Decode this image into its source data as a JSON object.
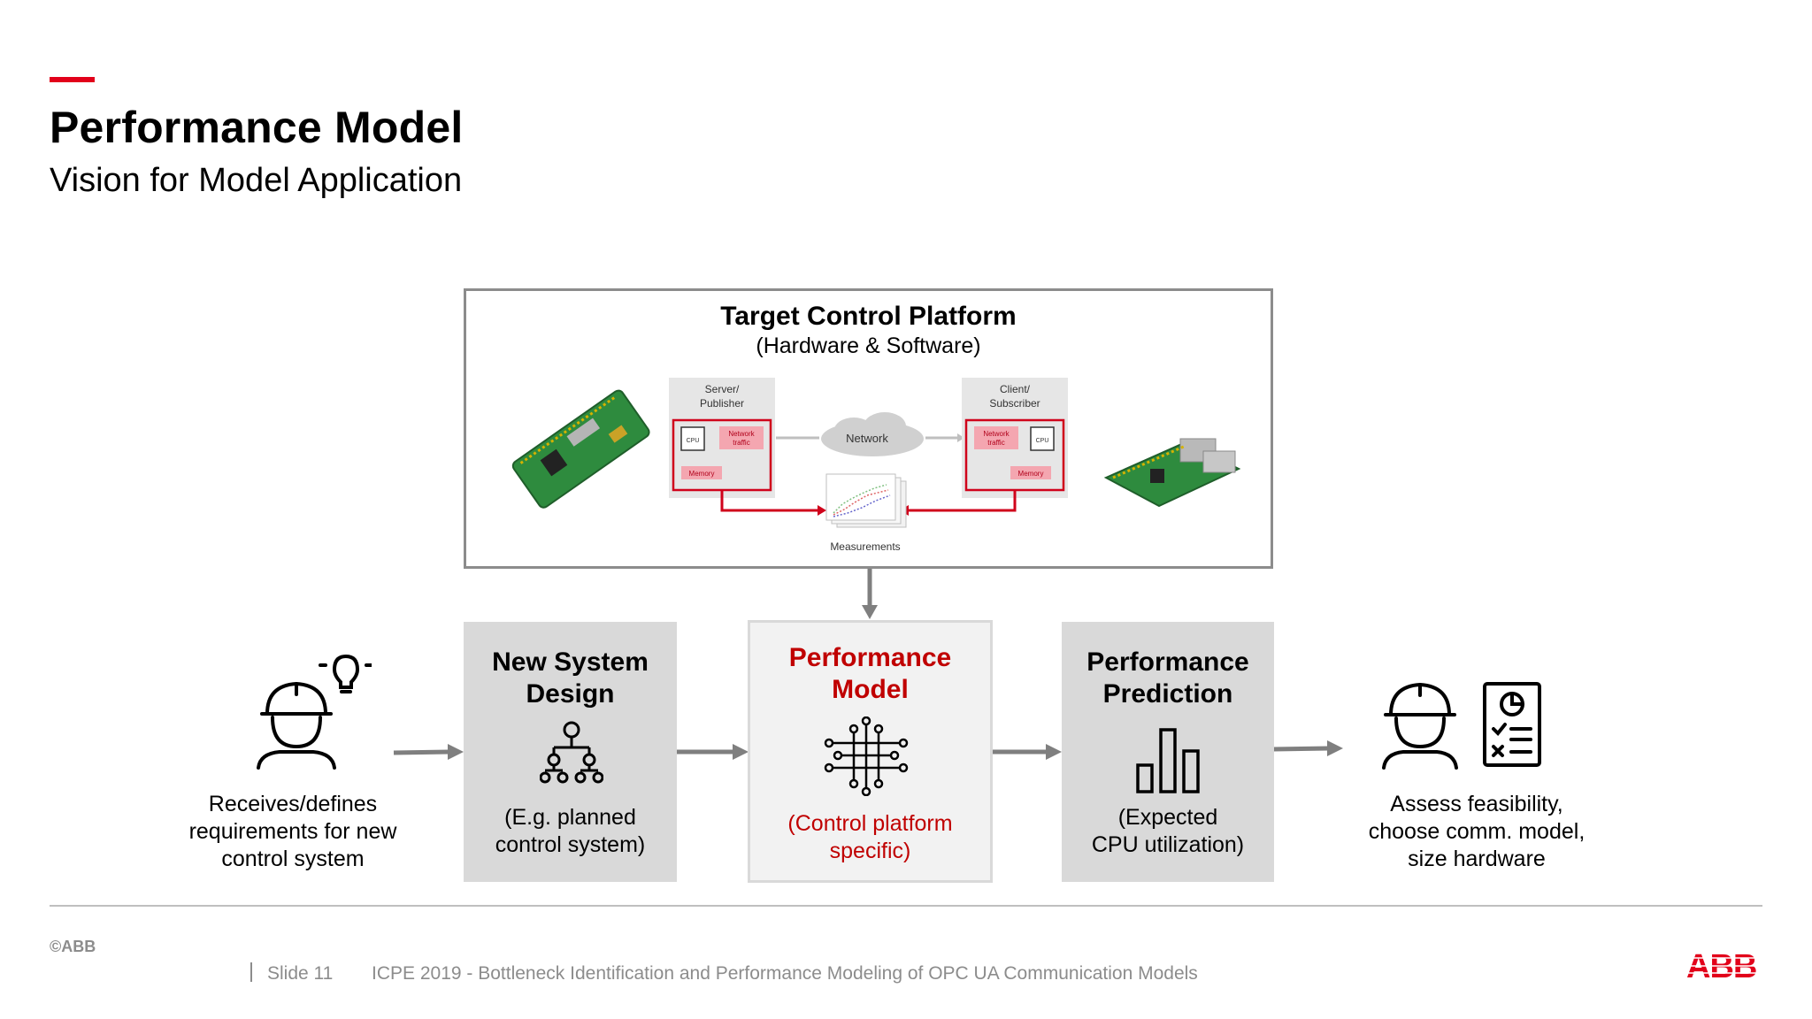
{
  "header": {
    "title": "Performance Model",
    "subtitle": "Vision for Model Application"
  },
  "platform": {
    "title": "Target Control Platform",
    "subtitle": "(Hardware & Software)",
    "server_label_1": "Server/",
    "server_label_2": "Publisher",
    "client_label_1": "Client/",
    "client_label_2": "Subscriber",
    "cpu": "CPU",
    "network_traffic_1": "Network",
    "network_traffic_2": "traffic",
    "memory": "Memory",
    "network": "Network",
    "measurements": "Measurements"
  },
  "left_actor": {
    "text": [
      "Receives/defines",
      "requirements for new",
      "control system"
    ],
    "icon": "engineer-with-lightbulb-icon"
  },
  "right_actor": {
    "text": [
      "Assess feasibility,",
      "choose comm. model,",
      "size hardware"
    ],
    "icon": "engineer-with-checklist-icon"
  },
  "nodes": {
    "design": {
      "title": [
        "New System",
        "Design"
      ],
      "desc": [
        "(E.g. planned",
        "control system)"
      ],
      "icon": "hierarchy-icon"
    },
    "model": {
      "title": [
        "Performance",
        "Model"
      ],
      "desc": [
        "(Control platform",
        "specific)"
      ],
      "icon": "circuit-network-icon"
    },
    "prediction": {
      "title": [
        "Performance",
        "Prediction"
      ],
      "desc": [
        "(Expected",
        "CPU utilization)"
      ],
      "icon": "bar-chart-icon"
    }
  },
  "footer": {
    "copyright": "©ABB",
    "slide": "Slide 11",
    "text": "ICPE 2019 - Bottleneck Identification and Performance Modeling of OPC UA Communication Models",
    "logo": "ABB"
  },
  "colors": {
    "accent": "#e2001a",
    "highlight_text": "#c00000",
    "node_fill": "#d9d9d9",
    "arrow": "#7f7f7f"
  }
}
